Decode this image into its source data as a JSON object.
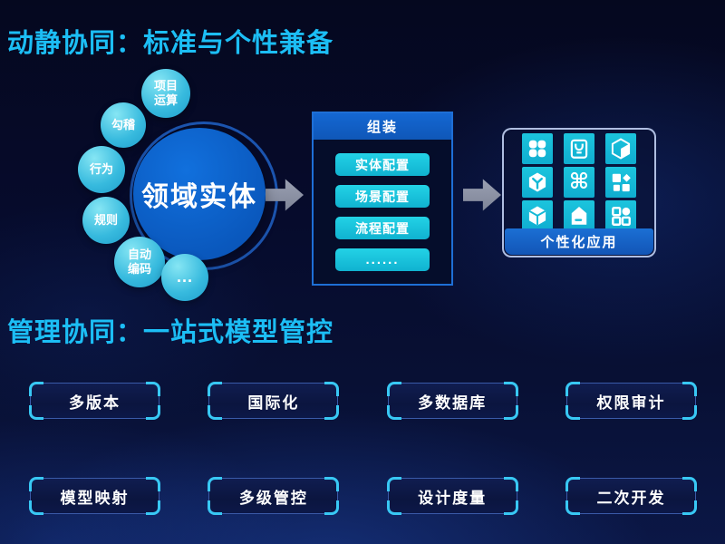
{
  "titles": {
    "section1": "动静协同：标准与个性兼备",
    "section2": "管理协同：一站式模型管控"
  },
  "diagram": {
    "core_label": "领域实体",
    "satellites": [
      "项目\n运算",
      "勾稽",
      "行为",
      "规则",
      "自动\n编码",
      "..."
    ],
    "assembly": {
      "header": "组装",
      "items": [
        "实体配置",
        "场景配置",
        "流程配置",
        "......"
      ]
    },
    "app_grid": {
      "label": "个性化应用",
      "icons": [
        "clover-grid-icon",
        "badge-u-icon",
        "cube-face-icon",
        "package-y-icon",
        "command-icon",
        "grid-diamond-icon",
        "cube-3d-icon",
        "home-dash-icon",
        "grid-circle-icon"
      ]
    }
  },
  "features": {
    "row1": [
      "多版本",
      "国际化",
      "多数据库",
      "权限审计"
    ],
    "row2": [
      "模型映射",
      "多级管控",
      "设计度量",
      "二次开发"
    ]
  },
  "colors": {
    "title_cyan": "#1cbef5",
    "accent_cyan": "#14bdd8",
    "bracket_cyan": "#38c8f4",
    "primary_blue": "#1160c8",
    "core_blue": "#0a58bd",
    "arrow_gray": "#8f95a6",
    "background_navy": "#060b2c"
  }
}
